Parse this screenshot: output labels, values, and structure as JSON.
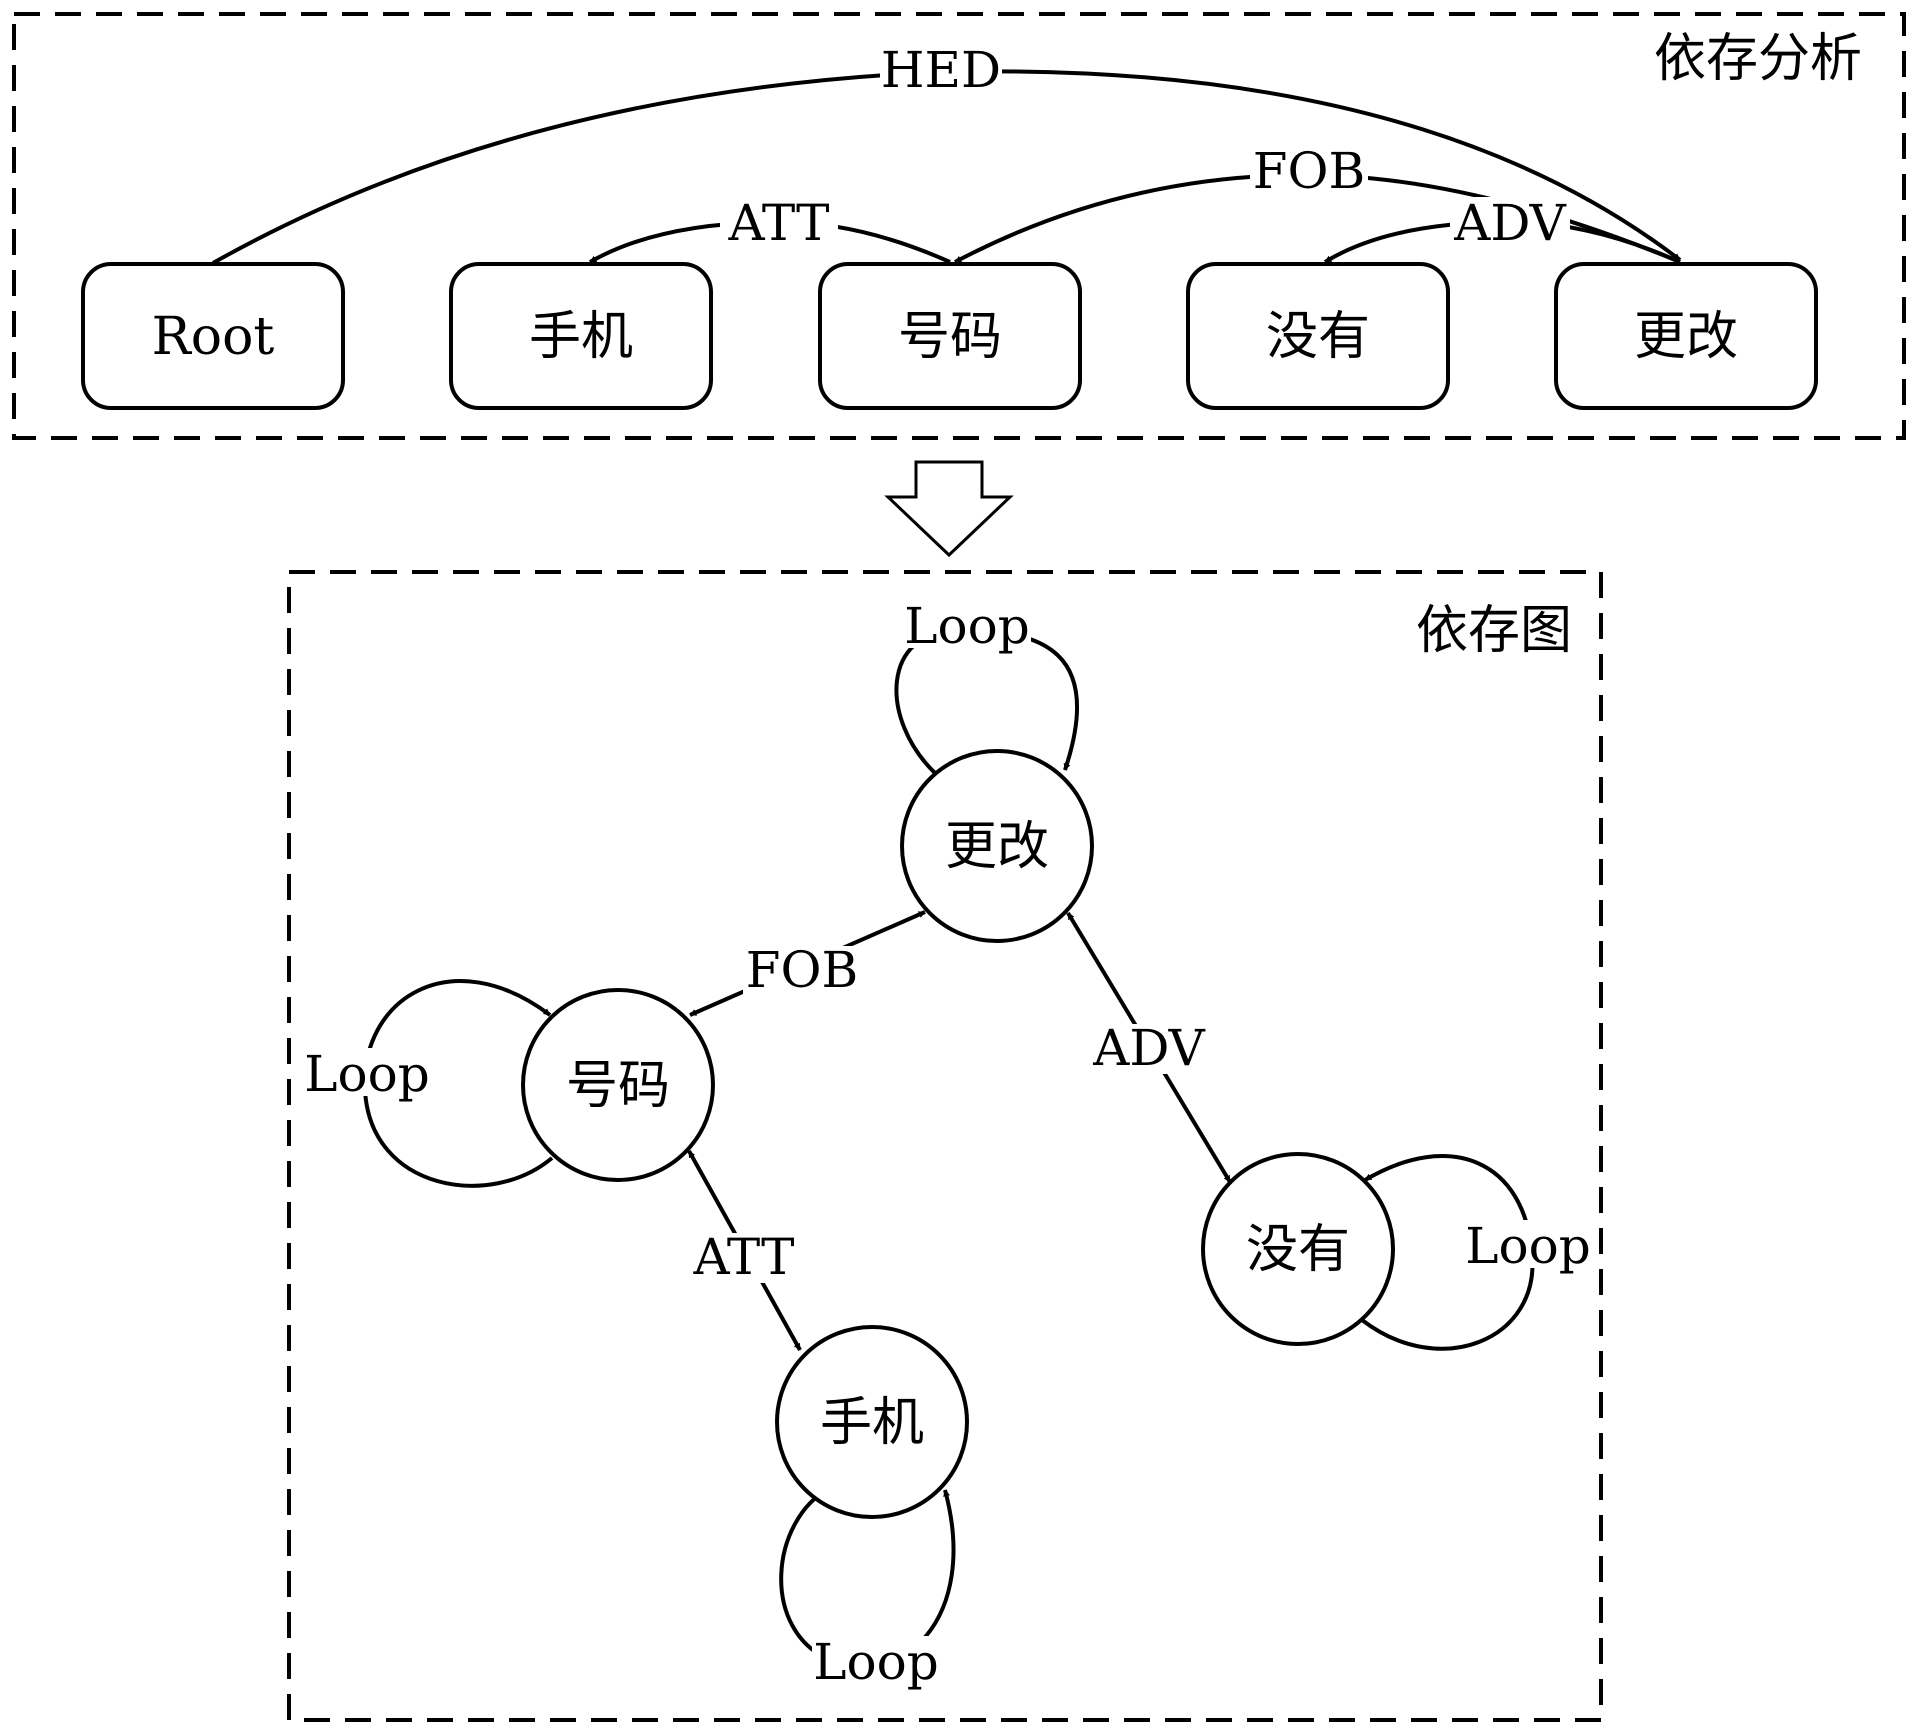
{
  "dependency_parse": {
    "title": "依存分析",
    "tokens": [
      {
        "id": "root",
        "label": "Root"
      },
      {
        "id": "shouji",
        "label": "手机"
      },
      {
        "id": "haoma",
        "label": "号码"
      },
      {
        "id": "meiyou",
        "label": "没有"
      },
      {
        "id": "genggai",
        "label": "更改"
      }
    ],
    "arcs": [
      {
        "label": "HED",
        "from": "root",
        "to": "genggai"
      },
      {
        "label": "FOB",
        "from": "genggai",
        "to": "haoma"
      },
      {
        "label": "ATT",
        "from": "haoma",
        "to": "shouji"
      },
      {
        "label": "ADV",
        "from": "genggai",
        "to": "meiyou"
      }
    ]
  },
  "dependency_graph": {
    "title": "依存图",
    "nodes": [
      {
        "id": "genggai",
        "label": "更改",
        "loop_label": "Loop"
      },
      {
        "id": "haoma",
        "label": "号码",
        "loop_label": "Loop"
      },
      {
        "id": "meiyou",
        "label": "没有",
        "loop_label": "Loop"
      },
      {
        "id": "shouji",
        "label": "手机",
        "loop_label": "Loop"
      }
    ],
    "edges": [
      {
        "label": "FOB",
        "a": "haoma",
        "b": "genggai"
      },
      {
        "label": "ADV",
        "a": "genggai",
        "b": "meiyou"
      },
      {
        "label": "ATT",
        "a": "haoma",
        "b": "shouji"
      }
    ]
  }
}
